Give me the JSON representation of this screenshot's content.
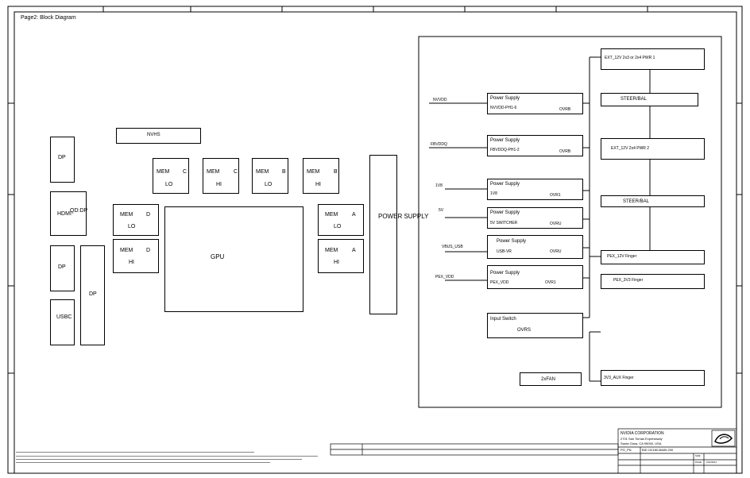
{
  "page_title": "Page2: Block Diagram",
  "left": {
    "dp1": "DP",
    "hdmi": "HDMI",
    "qddp": "QD:DP",
    "dp2": "DP",
    "usbc": "USBC",
    "dp_tall": "DP"
  },
  "nvhs": "NVHS",
  "mem": {
    "c_lo": {
      "name": "MEM",
      "ch": "C",
      "pos": "LO"
    },
    "c_hi": {
      "name": "MEM",
      "ch": "C",
      "pos": "HI"
    },
    "b_lo": {
      "name": "MEM",
      "ch": "B",
      "pos": "LO"
    },
    "b_hi": {
      "name": "MEM",
      "ch": "B",
      "pos": "HI"
    },
    "d_lo": {
      "name": "MEM",
      "ch": "D",
      "pos": "LO"
    },
    "d_hi": {
      "name": "MEM",
      "ch": "D",
      "pos": "HI"
    },
    "a_lo": {
      "name": "MEM",
      "ch": "A",
      "pos": "LO"
    },
    "a_hi": {
      "name": "MEM",
      "ch": "A",
      "pos": "HI"
    }
  },
  "gpu": "GPU",
  "power_supply_bar": "POWER SUPPLY",
  "rails": {
    "nvvdd": {
      "label": "NVVDD",
      "title": "Power Supply",
      "sub": "NVVDD-PH1-6",
      "tag": "OVRB"
    },
    "fbvddq": {
      "label": "FBVDDQ",
      "title": "Power Supply",
      "sub": "FBVDDQ-PH1-2",
      "tag": "OVRB"
    },
    "v1v8": {
      "label": "1V8",
      "title": "Power Supply",
      "sub": "1V8",
      "tag": "OVR1"
    },
    "v5": {
      "label": "5V",
      "title": "Power Supply",
      "sub": "5V SWITCHER",
      "tag": "OVRU"
    },
    "vbus": {
      "label": "VBUS_USB",
      "title": "Power Supply",
      "sub": "USB-VR",
      "tag": "OVRU"
    },
    "pex_vdd": {
      "label": "PEX_VDD",
      "title": "Power Supply",
      "sub": "PEX_VDD",
      "tag": "OVR1"
    }
  },
  "input_switch": {
    "title": "Input Switch",
    "sub": "OVRS"
  },
  "fan": "2xFAN",
  "right": {
    "ext1": "EXT_12V 2x3 or 2x4 PWR 1",
    "steer1": "STEER/BAL",
    "ext2": "EXT_12V 2x4 PWR 2",
    "steer2": "STEER/BAL",
    "pex12": "PEX_12V Finger",
    "pex33": "PEX_3V3 Finger",
    "aux": "3V3_AUX Finger"
  },
  "title_block": {
    "company": "NVIDIA CORPORATION",
    "addr1": "2701 San Tomas Expressway",
    "addr2": "Santa Clara, CA 95050, USA",
    "part_label": "PG_PN",
    "part_number": "BID 10/180-BA89-200",
    "size_label": "SIZE",
    "page_label": "PAGE",
    "date": "2/22/2011"
  }
}
